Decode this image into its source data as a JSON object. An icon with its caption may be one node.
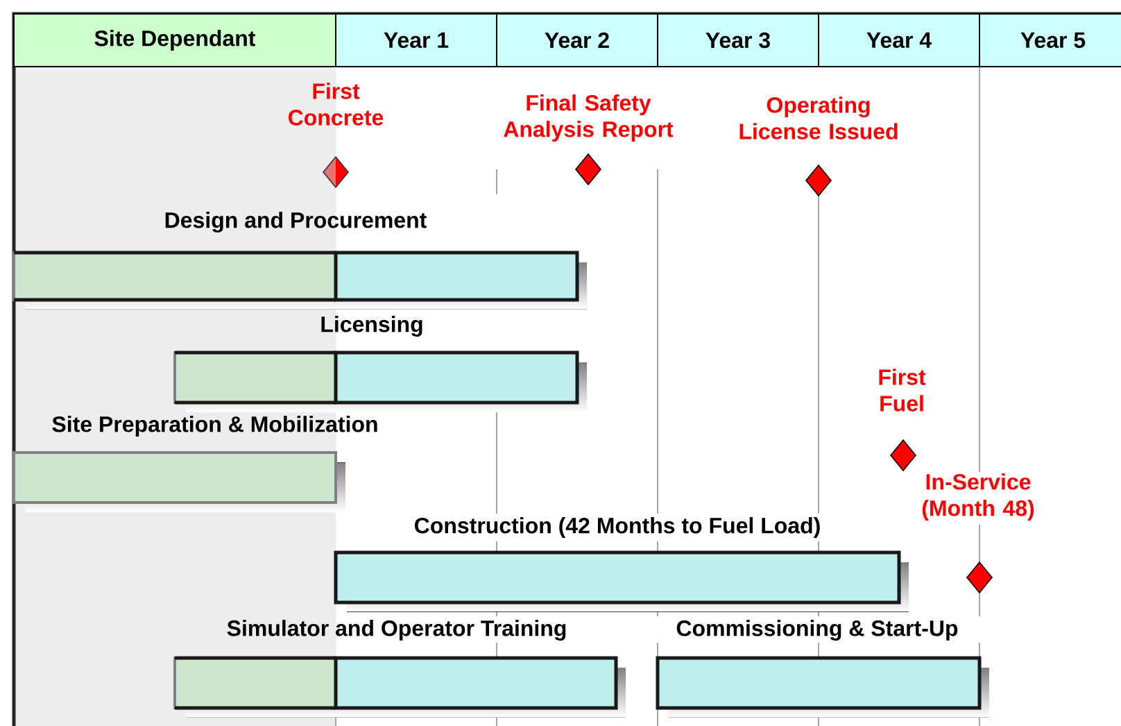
{
  "diagram": {
    "nodes": [
      {
        "text": [
          "Site Dependant"
        ]
      },
      {
        "text": [
          "Year 1"
        ]
      },
      {
        "text": [
          "Year 2"
        ]
      },
      {
        "text": [
          "Year 3"
        ]
      },
      {
        "text": [
          "Year 4"
        ]
      },
      {
        "text": [
          "Year 5"
        ]
      },
      {
        "text": [
          "First Concrete"
        ]
      },
      {
        "text": [
          "Final Safety Analysis Report"
        ]
      },
      {
        "text": [
          "Operating License Issued"
        ]
      },
      {
        "text": [
          "Design and Procurement"
        ]
      },
      {
        "text": [
          "Licensing"
        ]
      },
      {
        "text": [
          "First Fuel"
        ]
      },
      {
        "text": [
          "Site Preparation & Mobilization"
        ]
      },
      {
        "text": [
          "In-Service (Month 48)"
        ]
      },
      {
        "text": [
          "Construction (42 Months to Fuel Load)"
        ]
      },
      {
        "text": [
          "Simulator and Operator Training"
        ]
      },
      {
        "text": [
          "Commissioning & Start-Up"
        ]
      }
    ]
  }
}
